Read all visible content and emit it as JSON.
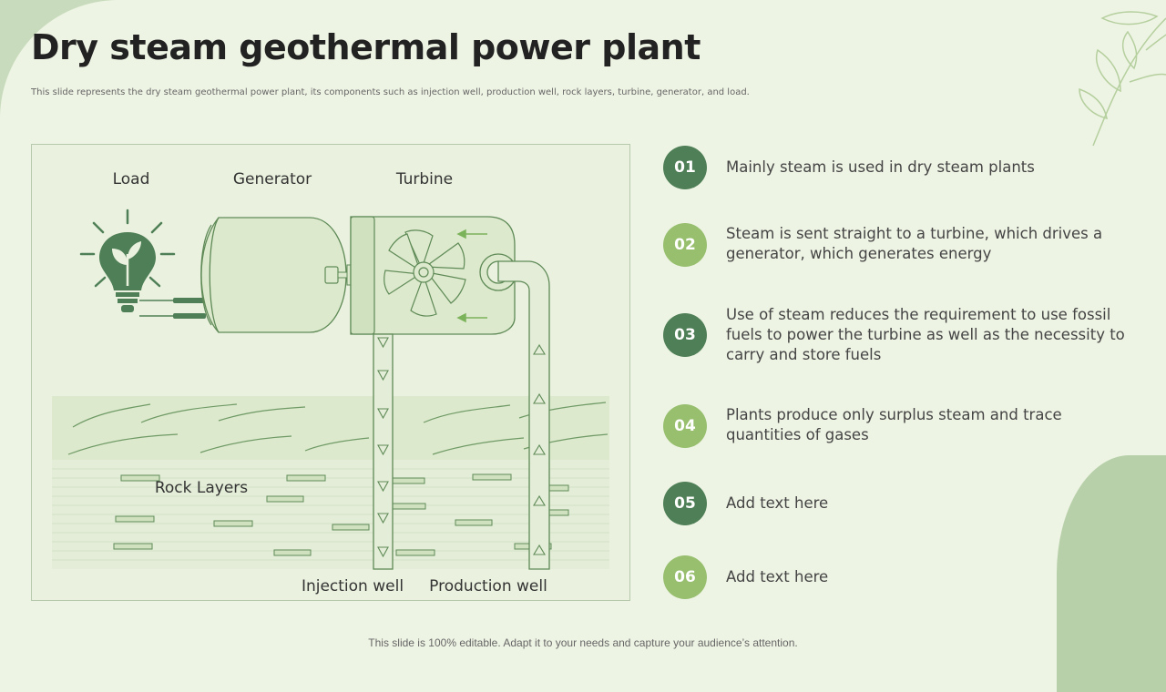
{
  "slide": {
    "title": "Dry steam geothermal power plant",
    "subtitle": "This slide represents the dry steam geothermal power plant, its components such as injection well, production well, rock layers, turbine, generator, and load.",
    "footer": "This slide is 100% editable. Adapt it to your needs and capture your audience’s attention."
  },
  "diagram": {
    "labels": {
      "load": "Load",
      "generator": "Generator",
      "turbine": "Turbine",
      "rock_layers": "Rock Layers",
      "injection_well": "Injection well",
      "production_well": "Production well"
    }
  },
  "points": [
    {
      "number": "01",
      "text": "Mainly steam is used in dry steam plants"
    },
    {
      "number": "02",
      "text": "Steam is sent straight to a turbine, which drives a generator, which generates energy"
    },
    {
      "number": "03",
      "text": "Use of steam reduces the requirement to use fossil fuels to power the turbine as well as the necessity to carry and store fuels"
    },
    {
      "number": "04",
      "text": "Plants produce only surplus steam and trace quantities of gases"
    },
    {
      "number": "05",
      "text": "Add text here"
    },
    {
      "number": "06",
      "text": "Add text here"
    }
  ],
  "colors": {
    "dark_green": "#4f7f56",
    "light_green": "#97bf6e",
    "background": "#eef4e4"
  }
}
